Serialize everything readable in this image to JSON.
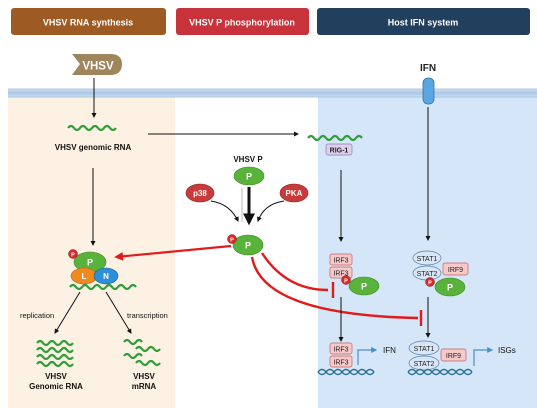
{
  "headers": {
    "synthesis": "VHSV RNA synthesis",
    "phosphorylation": "VHSV P phosphorylation",
    "host": "Host IFN system"
  },
  "labels": {
    "vhsv": "VHSV",
    "ifn_top": "IFN",
    "genomic_rna": "VHSV genomic RNA",
    "rig1": "RIG-1",
    "vhsv_p": "VHSV P",
    "p": "P",
    "p_small": "P",
    "p38": "p38",
    "pka": "PKA",
    "L": "L",
    "N": "N",
    "replication": "replication",
    "transcription": "transcription",
    "out_genomic_1": "VHSV",
    "out_genomic_2": "Genomic RNA",
    "out_mrna_1": "VHSV",
    "out_mrna_2": "mRNA",
    "irf3": "IRF3",
    "stat1": "STAT1",
    "stat2": "STAT2",
    "irf9": "IRF9",
    "ifn_out": "IFN",
    "isgs": "ISGs"
  },
  "colors": {
    "header_synthesis": "#9e5a23",
    "header_phos": "#c8323b",
    "header_host": "#233f5e",
    "panel_left": "#fdf1e3",
    "panel_right": "#d5e6f8",
    "rna_green": "#2f9e3a",
    "protein_green": "#59b23a",
    "phospho_red": "#d72a2a",
    "kinase": "#c93a3a",
    "irf_fill": "#f7c9c9",
    "stat_fill": "#d9e6f7",
    "rig_fill": "#ddd0ee",
    "dna": "#2a6f94"
  }
}
